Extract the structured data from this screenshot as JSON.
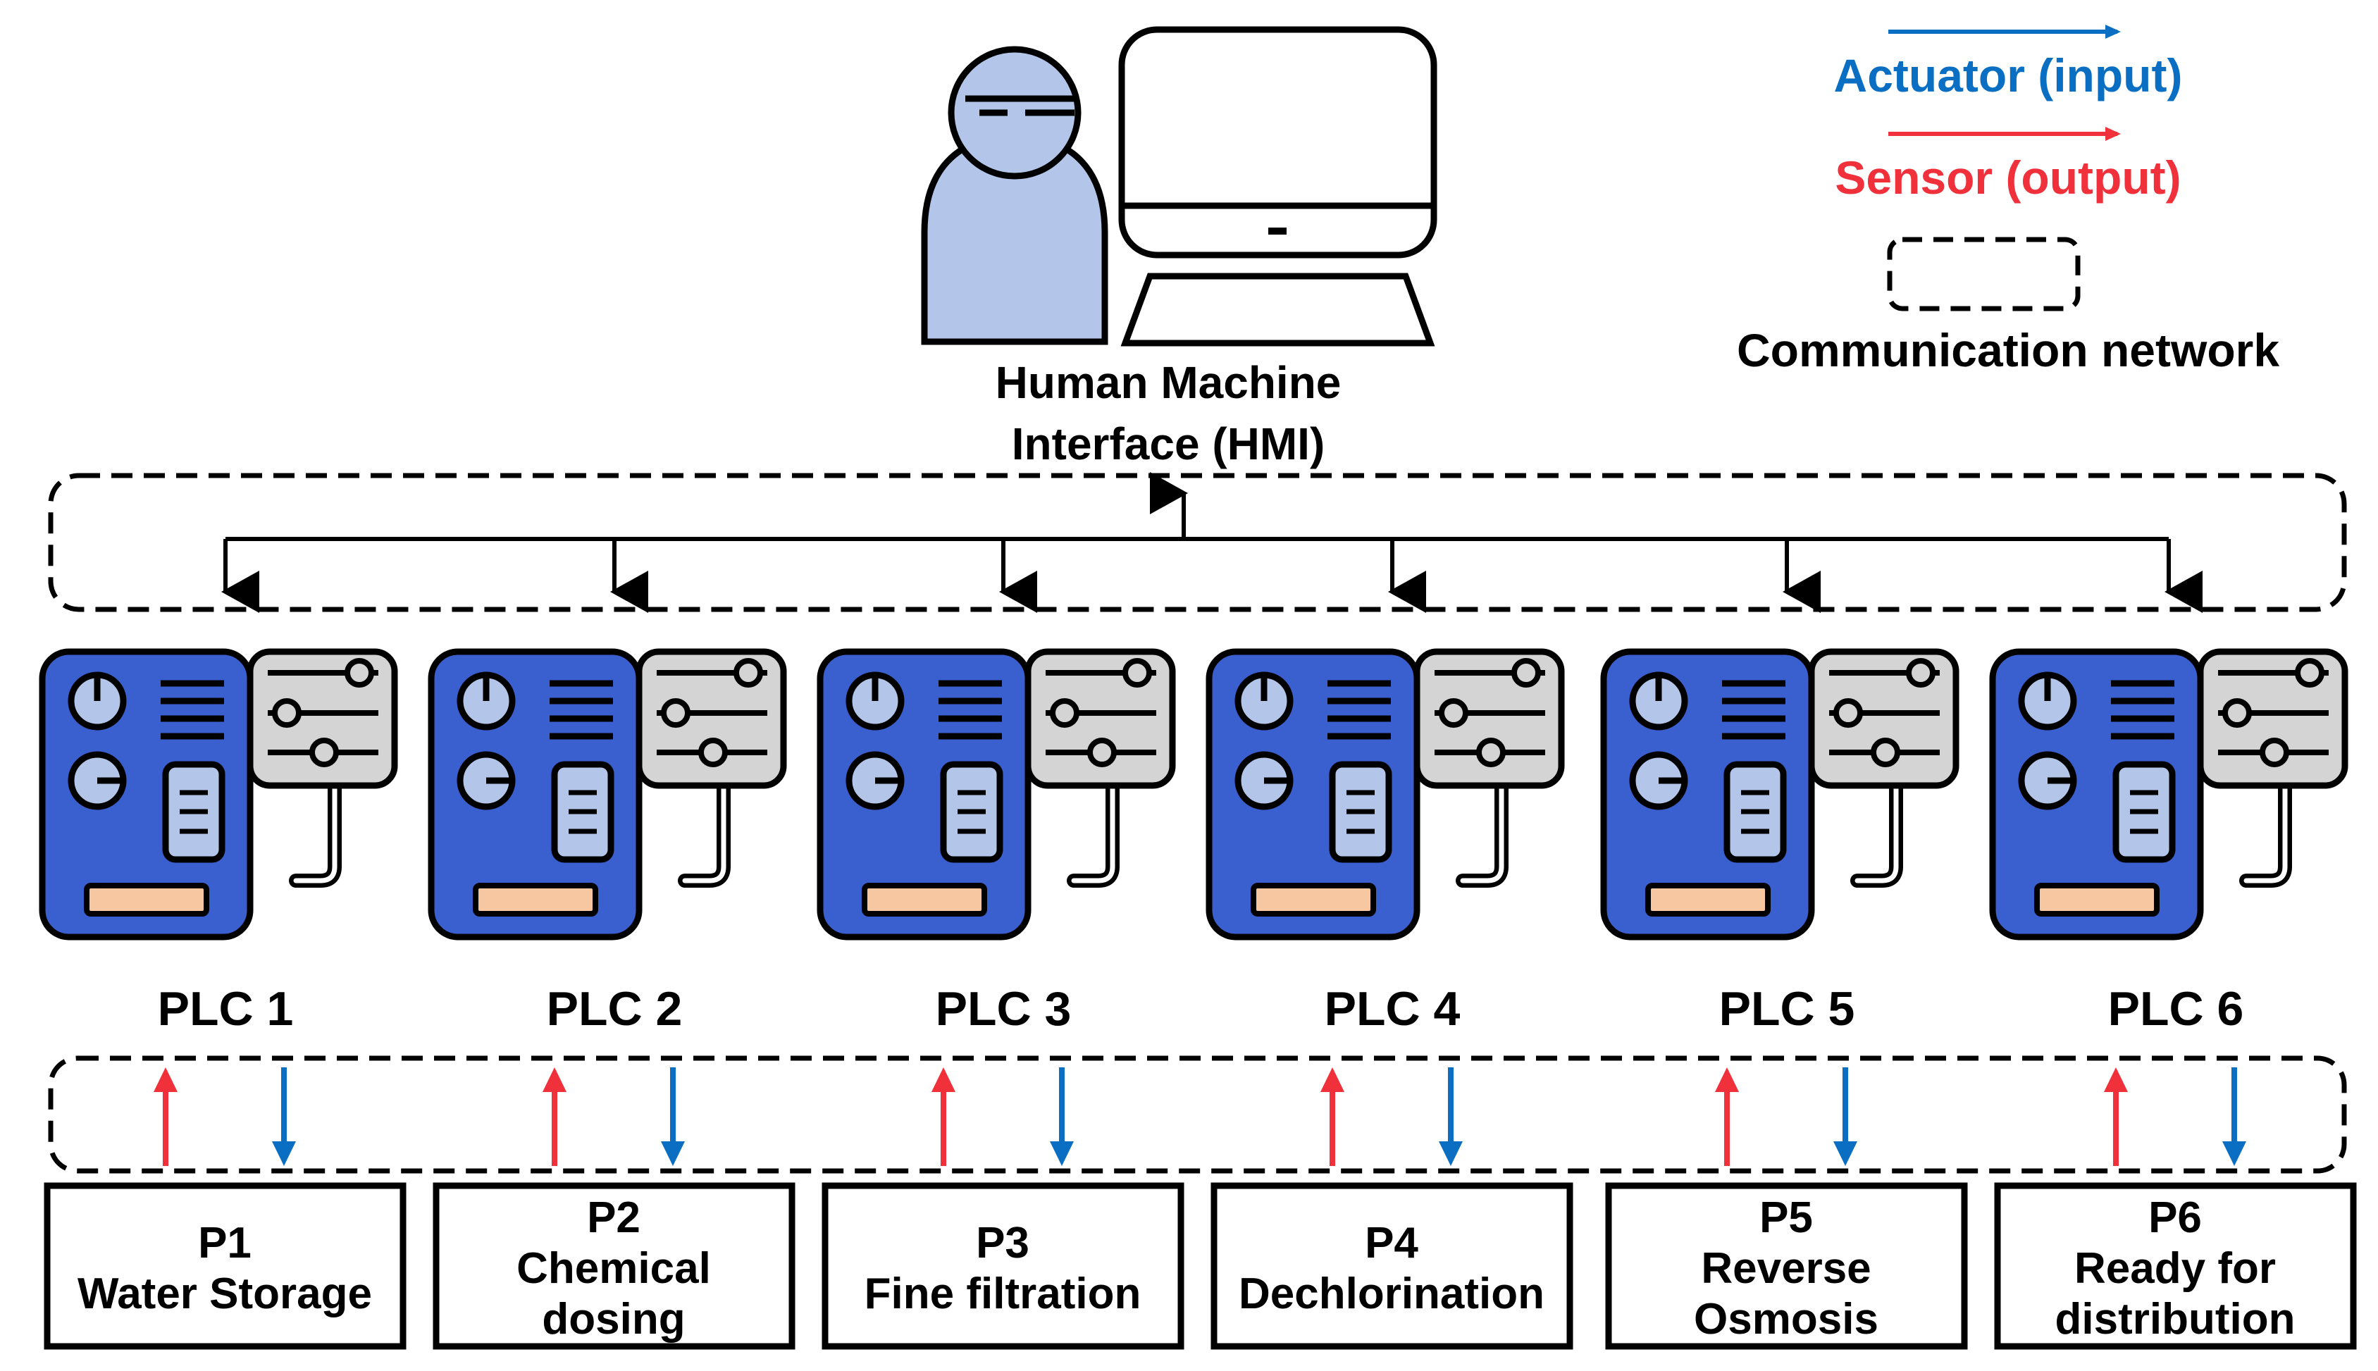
{
  "hmi": {
    "label_line1": "Human Machine",
    "label_line2": "Interface (HMI)"
  },
  "legend": {
    "actuator": "Actuator (input)",
    "sensor": "Sensor (output)",
    "network": "Communication network"
  },
  "plcs": [
    {
      "label": "PLC 1"
    },
    {
      "label": "PLC 2"
    },
    {
      "label": "PLC 3"
    },
    {
      "label": "PLC 4"
    },
    {
      "label": "PLC 5"
    },
    {
      "label": "PLC 6"
    }
  ],
  "processes": [
    {
      "lines": [
        "P1",
        "Water Storage"
      ]
    },
    {
      "lines": [
        "P2",
        "Chemical",
        "dosing"
      ]
    },
    {
      "lines": [
        "P3",
        "Fine filtration"
      ]
    },
    {
      "lines": [
        "P4",
        "Dechlorination"
      ]
    },
    {
      "lines": [
        "P5",
        "Reverse",
        "Osmosis"
      ]
    },
    {
      "lines": [
        "P6",
        "Ready for",
        "distribution"
      ]
    }
  ],
  "colors": {
    "actuator": "#0a6fc2",
    "sensor": "#f0303a",
    "plc_body": "#3a5fcf",
    "plc_panel": "#d4d4d4",
    "plc_inner": "#b3c6ea",
    "plc_strip": "#f6c7a0",
    "person": "#b3c6ea"
  }
}
